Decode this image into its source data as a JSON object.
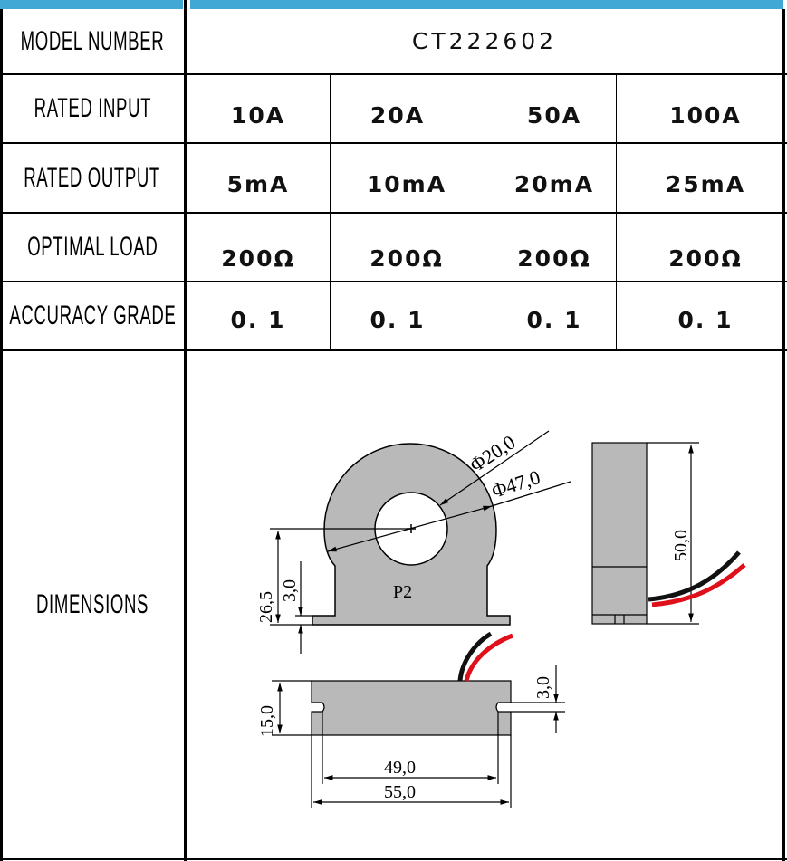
{
  "rows": {
    "model": {
      "label": "MODEL NUMBER",
      "value": "CT222602"
    },
    "input": {
      "label": "RATED INPUT",
      "values": [
        "10A",
        "20A",
        "50A",
        "100A"
      ]
    },
    "output": {
      "label": "RATED OUTPUT",
      "values": [
        "5mA",
        "10mA",
        "20mA",
        "25mA"
      ]
    },
    "load": {
      "label": "OPTIMAL LOAD",
      "values": [
        "200Ω",
        "200Ω",
        "200Ω",
        "200Ω"
      ]
    },
    "accuracy": {
      "label": "ACCURACY GRADE",
      "values": [
        "0. 1",
        "0. 1",
        "0. 1",
        "0. 1"
      ]
    },
    "dimensions": {
      "label": "DIMENSIONS"
    }
  },
  "drawing": {
    "inner_dia": "Φ20,0",
    "outer_dia": "Φ47,0",
    "height_center": "26,5",
    "base_thick": "3,0",
    "part": "P2",
    "side_height": "50,0",
    "bottom_height": "15,0",
    "slot": "3,0",
    "hole_span": "49,0",
    "total_width": "55,0"
  },
  "colors": {
    "accent": "#41a8d6",
    "body": "#b9b9b9",
    "wire_red": "#e0101a"
  }
}
